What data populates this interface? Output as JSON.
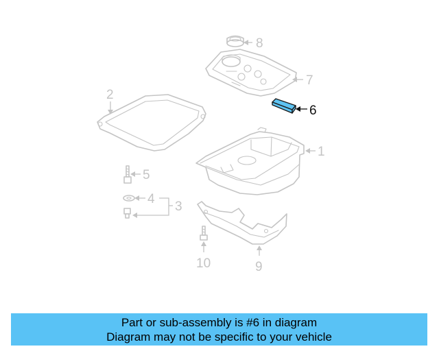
{
  "colors": {
    "banner_background": "#59c2f5",
    "highlight_part": "#5ec3f2",
    "part_outline": "#c4c4c4",
    "active_callout": "#111111"
  },
  "callouts": {
    "c1": "1",
    "c2": "2",
    "c3": "3",
    "c4": "4",
    "c5": "5",
    "c6": "6",
    "c7": "7",
    "c8": "8",
    "c9": "9",
    "c10": "10"
  },
  "highlighted_part": "6",
  "banner": {
    "line1": "Part or sub-assembly is #6 in diagram",
    "line2": "Diagram may not be specific to your vehicle"
  }
}
